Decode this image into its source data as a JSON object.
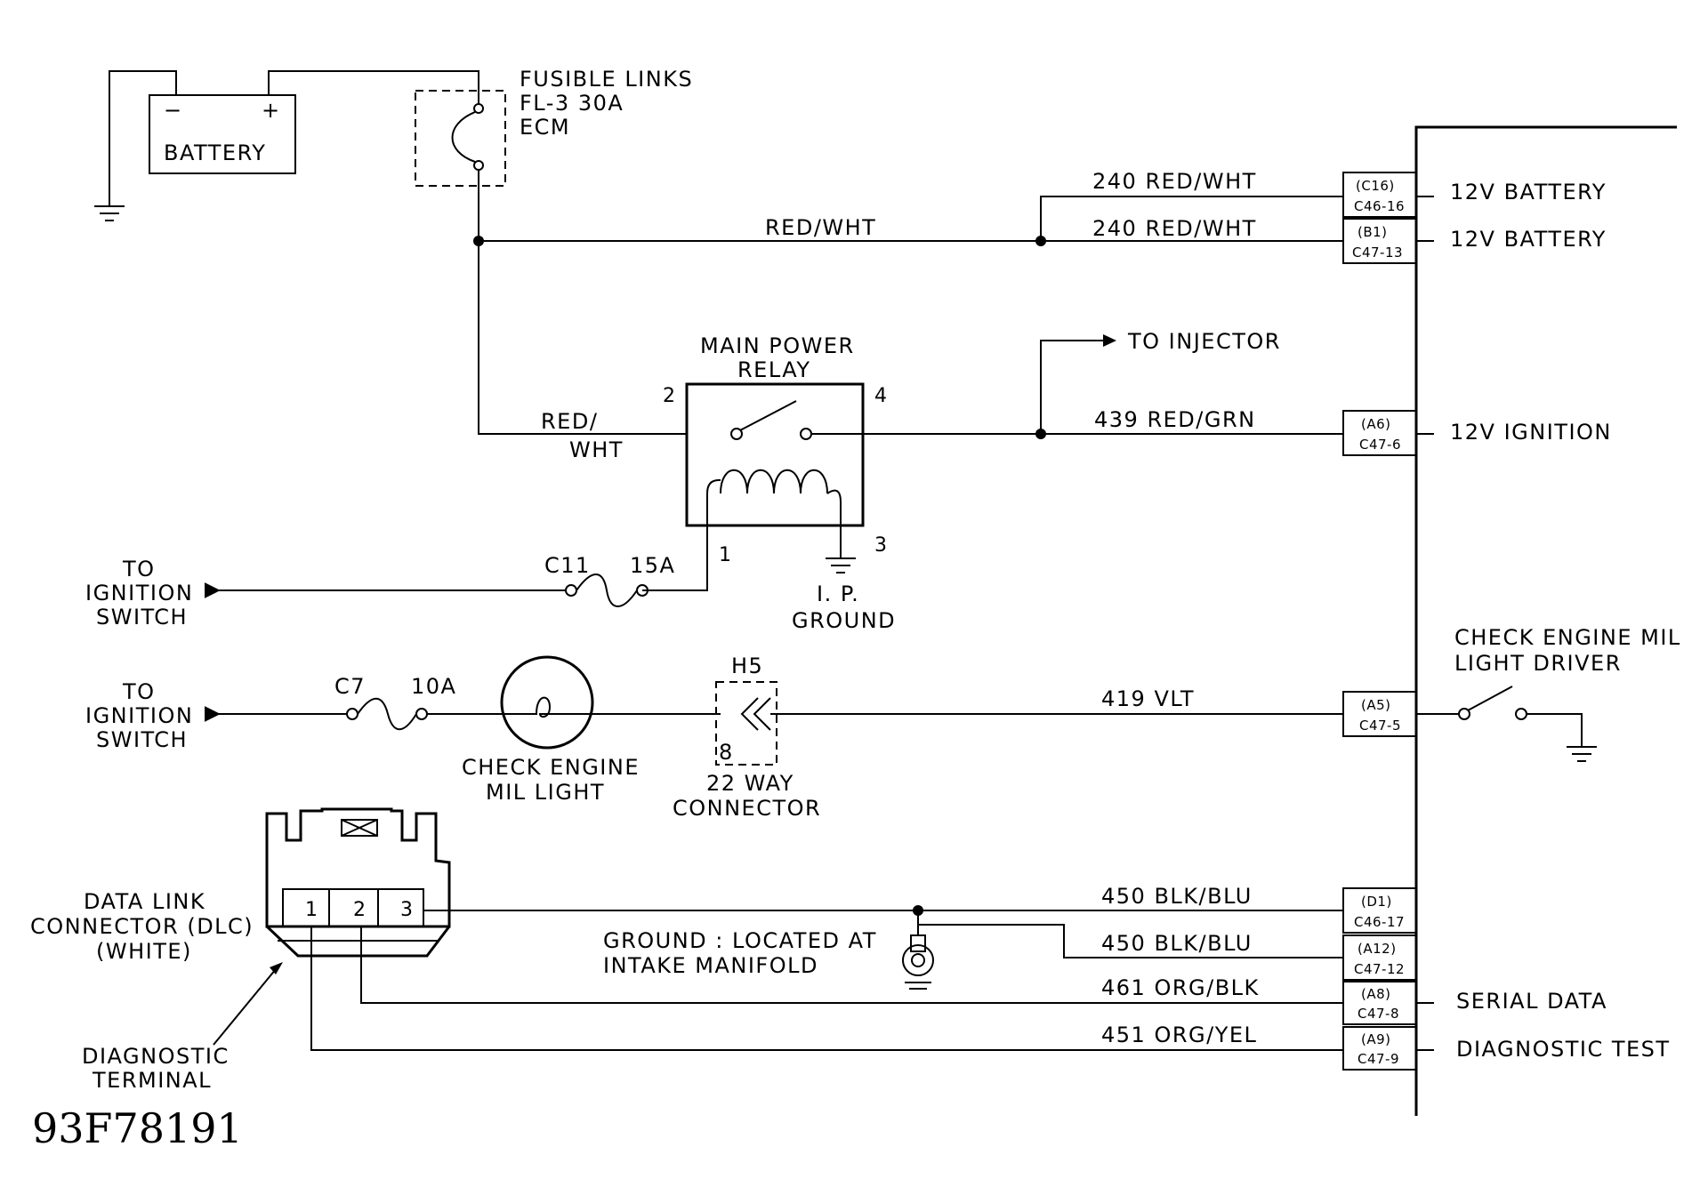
{
  "battery": {
    "label": "BATTERY",
    "minus": "−",
    "plus": "+"
  },
  "fusible_links": {
    "line1": "FUSIBLE LINKS",
    "line2": "FL-3  30A",
    "line3": "ECM"
  },
  "wires": {
    "red_wht_main": "RED/WHT",
    "w240_a": "240 RED/WHT",
    "w240_b": "240 RED/WHT",
    "red_wht_relay_1": "RED/",
    "red_wht_relay_2": "WHT",
    "w439": "439 RED/GRN",
    "w419": "419 VLT",
    "w450_a": "450 BLK/BLU",
    "w450_b": "450 BLK/BLU",
    "w461": "461 ORG/BLK",
    "w451": "451 ORG/YEL"
  },
  "relay": {
    "title1": "MAIN POWER",
    "title2": "RELAY",
    "pin1": "1",
    "pin2": "2",
    "pin3": "3",
    "pin4": "4"
  },
  "to_injector": "TO INJECTOR",
  "ip_ground": {
    "line1": "I. P.",
    "line2": "GROUND"
  },
  "ignition_switch_1": {
    "line1": "TO",
    "line2": "IGNITION",
    "line3": "SWITCH"
  },
  "ignition_switch_2": {
    "line1": "TO",
    "line2": "IGNITION",
    "line3": "SWITCH"
  },
  "fuse_c11": {
    "name": "C11",
    "rating": "15A"
  },
  "fuse_c7": {
    "name": "C7",
    "rating": "10A"
  },
  "mil_light": {
    "line1": "CHECK ENGINE",
    "line2": "MIL LIGHT"
  },
  "connector_22way": {
    "cavity": "H5",
    "pin": "8",
    "line1": "22 WAY",
    "line2": "CONNECTOR"
  },
  "dlc": {
    "line1": "DATA LINK",
    "line2": "CONNECTOR (DLC)",
    "line3": "(WHITE)",
    "pin1": "1",
    "pin2": "2",
    "pin3": "3"
  },
  "diagnostic_terminal": {
    "line1": "DIAGNOSTIC",
    "line2": "TERMINAL"
  },
  "ground_intake": {
    "line1": "GROUND : LOCATED AT",
    "line2": "INTAKE MANIFOLD"
  },
  "ecm_connectors": [
    {
      "top": "(C16)",
      "bottom": "C46-16"
    },
    {
      "top": "(B1)",
      "bottom": "C47-13"
    },
    {
      "top": "(A6)",
      "bottom": "C47-6"
    },
    {
      "top": "(A5)",
      "bottom": "C47-5"
    },
    {
      "top": "(D1)",
      "bottom": "C46-17"
    },
    {
      "top": "(A12)",
      "bottom": "C47-12"
    },
    {
      "top": "(A8)",
      "bottom": "C47-8"
    },
    {
      "top": "(A9)",
      "bottom": "C47-9"
    }
  ],
  "ecm_labels": {
    "bat1": "12V BATTERY",
    "bat2": "12V BATTERY",
    "ign": "12V IGNITION",
    "mil_driver_1": "CHECK ENGINE MIL",
    "mil_driver_2": "LIGHT DRIVER",
    "serial": "SERIAL DATA",
    "diag": "DIAGNOSTIC TEST"
  },
  "figure_code": "93F78191"
}
